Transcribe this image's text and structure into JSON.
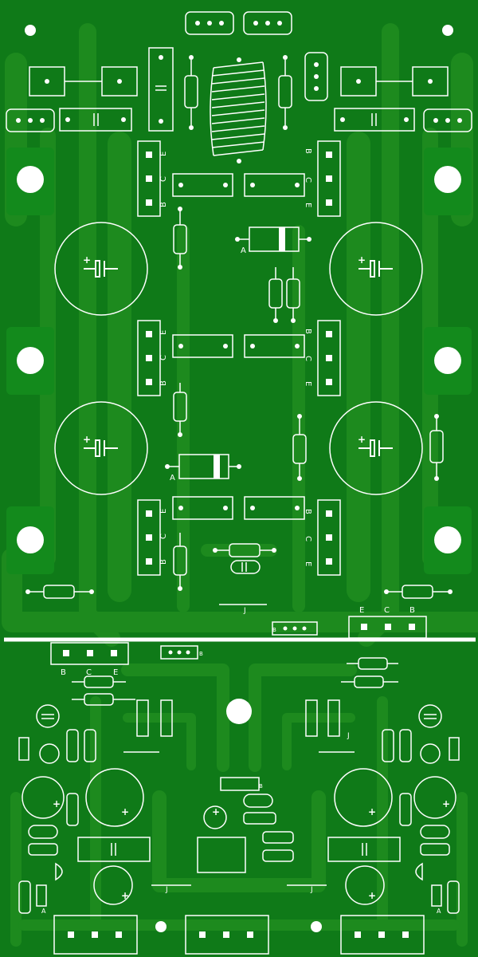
{
  "board": {
    "background_color": "#0f7a18",
    "trace_color": "#1d8a1e",
    "silkscreen_color": "#ffffff"
  },
  "labels": {
    "E": "E",
    "C": "C",
    "B": "B",
    "A": "A",
    "J": "J",
    "plus": "+"
  }
}
